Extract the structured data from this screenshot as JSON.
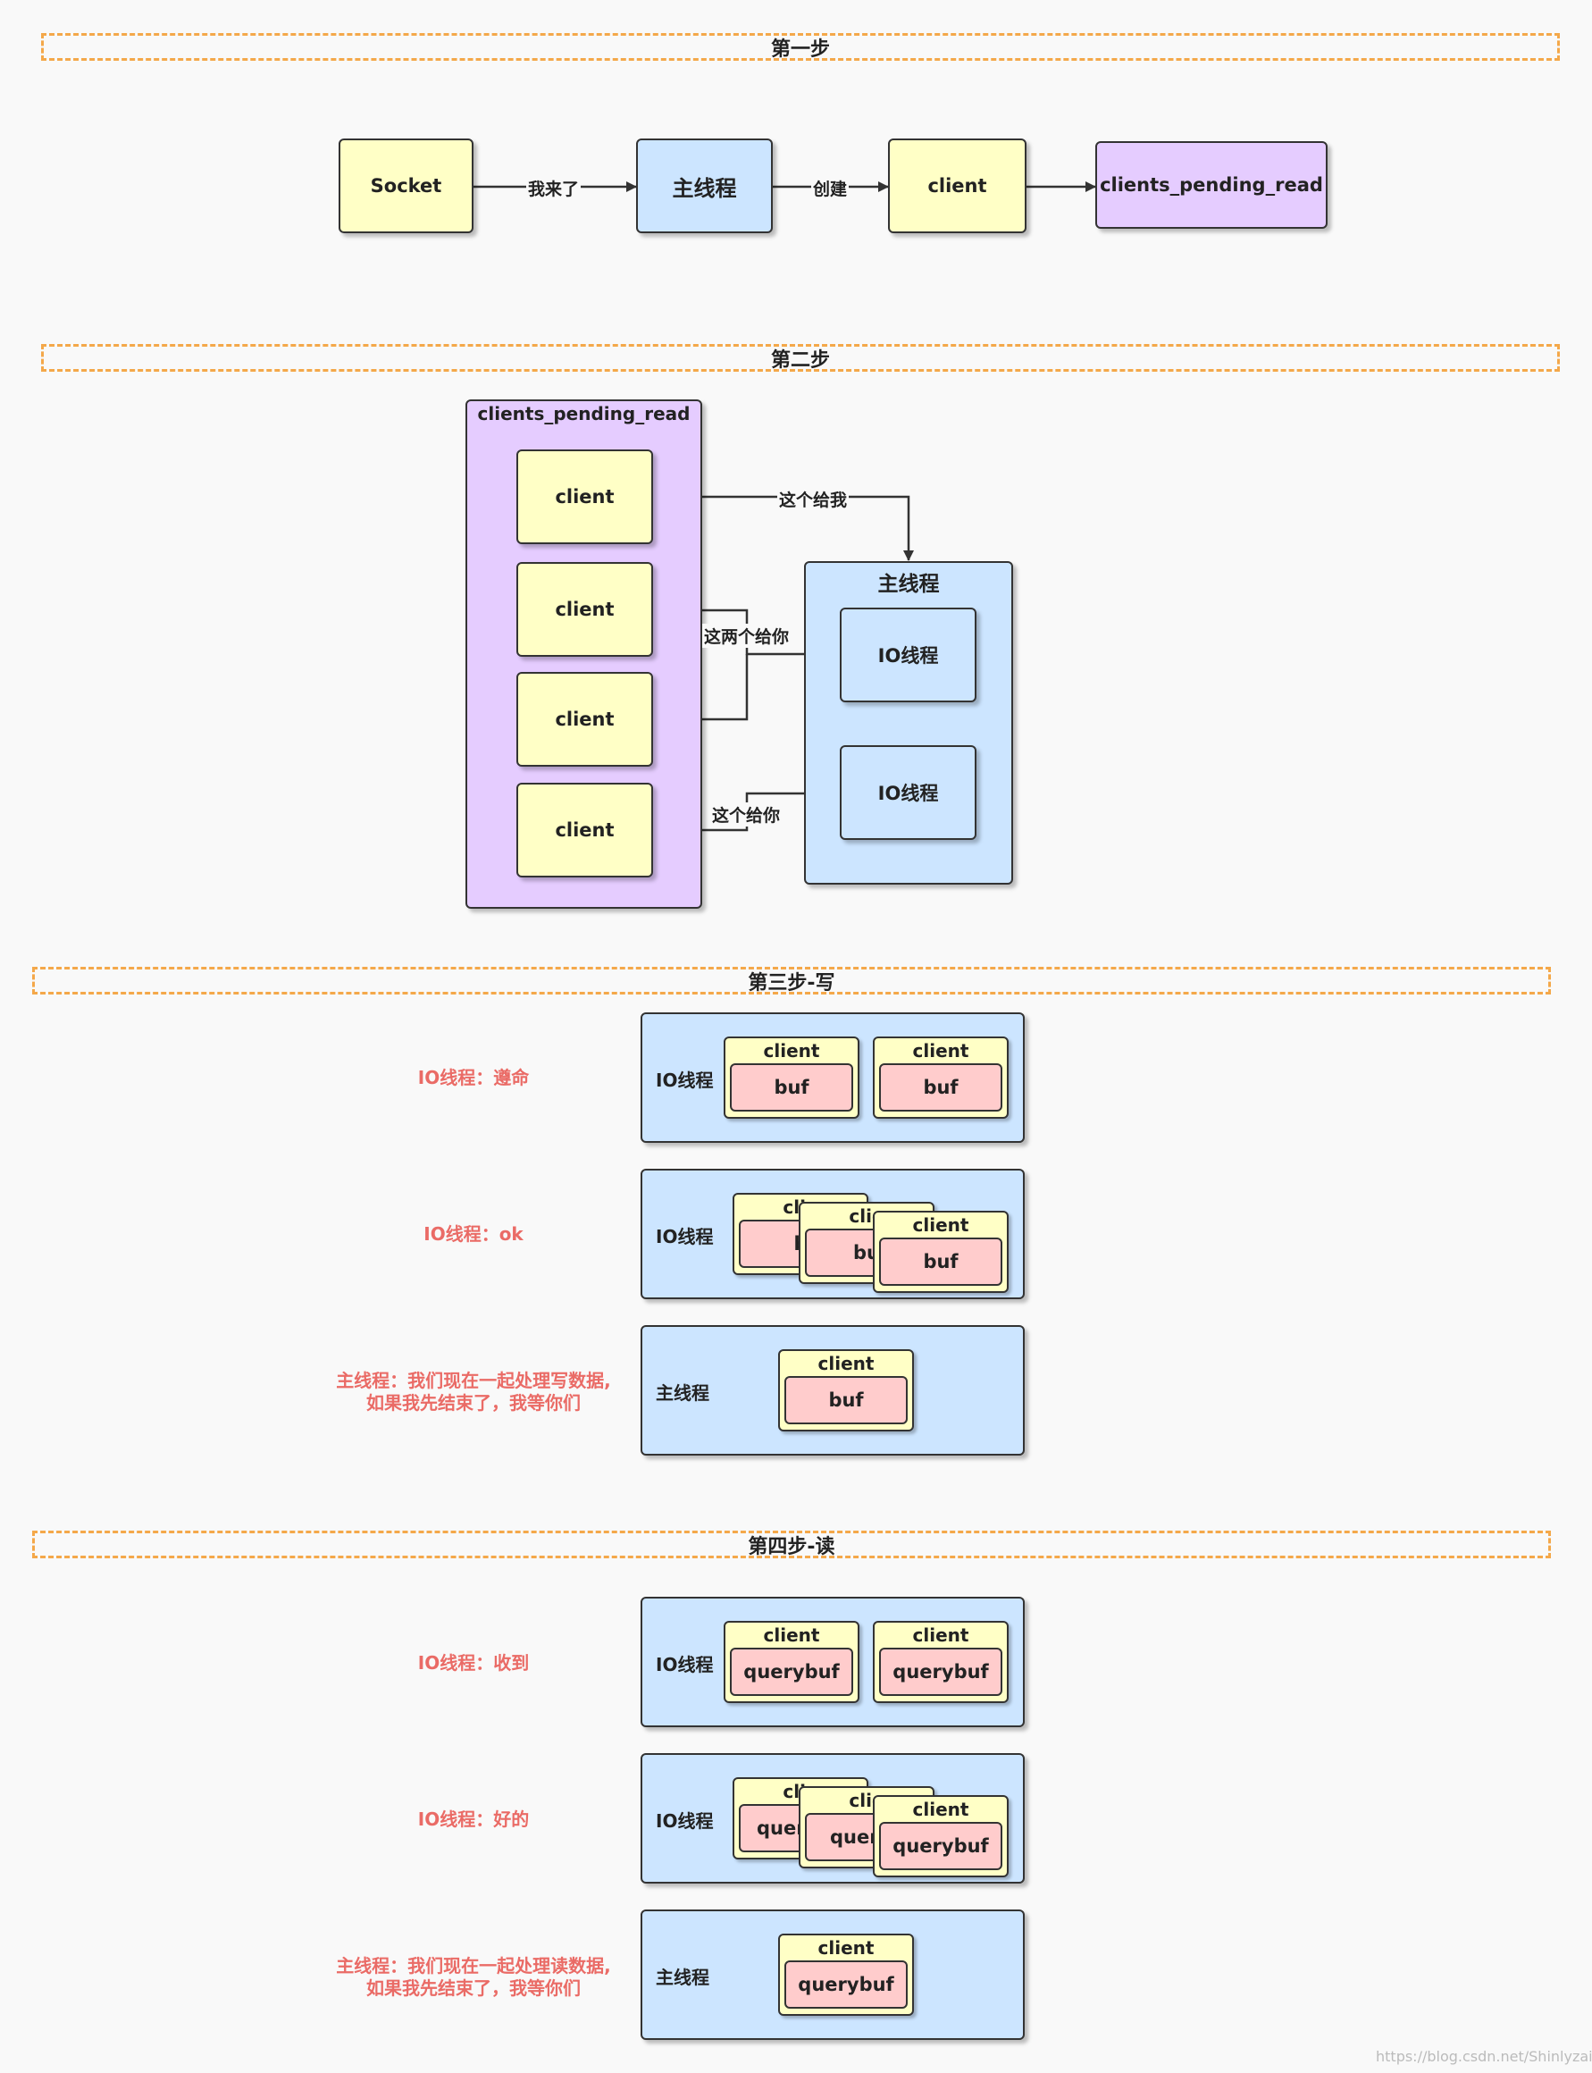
{
  "steps": {
    "step1": "第一步",
    "step2": "第二步",
    "step3": "第三步-写",
    "step4": "第四步-读"
  },
  "step1": {
    "socket": "Socket",
    "main_thread": "主线程",
    "client": "client",
    "pending": "clients_pending_read",
    "edge_come": "我来了",
    "edge_create": "创建"
  },
  "step2": {
    "pending_title": "clients_pending_read",
    "clients": [
      "client",
      "client",
      "client",
      "client"
    ],
    "main_thread_title": "主线程",
    "io_thread_1": "IO线程",
    "io_thread_2": "IO线程",
    "edge_give_me": "这个给我",
    "edge_two_to_you": "这两个给你",
    "edge_one_to_you": "这个给你"
  },
  "step3": {
    "rows": [
      {
        "note": "IO线程：遵命",
        "label": "IO线程",
        "card_title": "client",
        "card_inner": "buf"
      },
      {
        "note": "IO线程：ok",
        "label": "IO线程",
        "card_title": "client",
        "card_inner": "buf"
      },
      {
        "note_line1": "主线程：我们现在一起处理写数据,",
        "note_line2": "如果我先结束了，我等你们",
        "label": "主线程",
        "card_title": "client",
        "card_inner": "buf"
      }
    ],
    "partial_title_a": "clie",
    "partial_title_b": "clie",
    "partial_inner_a": "b",
    "partial_inner_b": "bu"
  },
  "step4": {
    "rows": [
      {
        "note": "IO线程：收到",
        "label": "IO线程",
        "card_title": "client",
        "card_inner": "querybuf"
      },
      {
        "note": "IO线程：好的",
        "label": "IO线程",
        "card_title": "client",
        "card_inner": "querybuf"
      },
      {
        "note_line1": "主线程：我们现在一起处理读数据,",
        "note_line2": "如果我先结束了，我等你们",
        "label": "主线程",
        "card_title": "client",
        "card_inner": "querybuf"
      }
    ],
    "partial_title_a": "clie",
    "partial_title_b": "clie",
    "partial_inner_a": "quer",
    "partial_inner_b": "query"
  },
  "watermark": "https://blog.csdn.net/Shinlyzaiji"
}
